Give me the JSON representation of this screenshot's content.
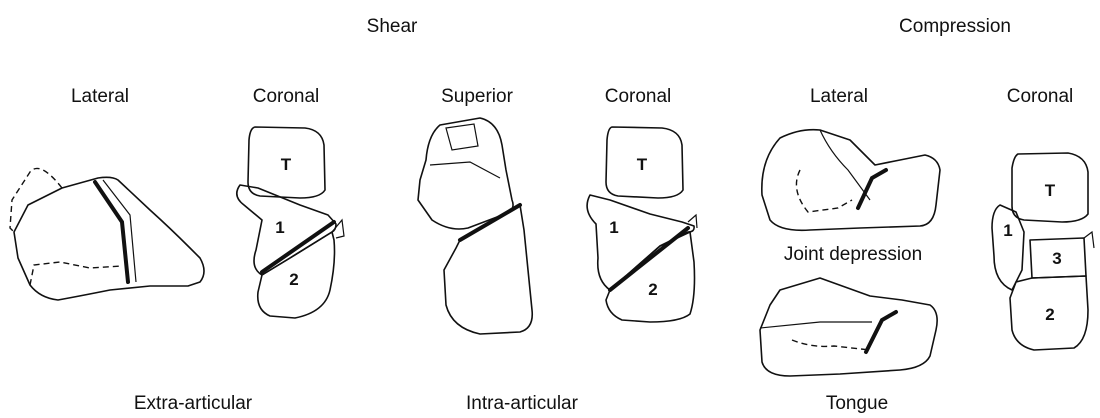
{
  "group_titles": {
    "shear": "Shear",
    "compression": "Compression"
  },
  "view_labels": {
    "extra_lateral": "Lateral",
    "extra_coronal": "Coronal",
    "intra_superior": "Superior",
    "intra_coronal": "Coronal",
    "comp_lateral": "Lateral",
    "comp_coronal": "Coronal"
  },
  "sub_labels": {
    "joint_depression": "Joint depression",
    "tongue": "Tongue"
  },
  "bottom_labels": {
    "extra_articular": "Extra-articular",
    "intra_articular": "Intra-articular",
    "tongue": "Tongue"
  },
  "fragment_labels": {
    "extra_talus": "T",
    "extra_frag1": "1",
    "extra_frag2": "2",
    "intra_talus": "T",
    "intra_frag1": "1",
    "intra_frag2": "2",
    "comp_talus": "T",
    "comp_frag1": "1",
    "comp_frag3": "3",
    "comp_frag2": "2"
  }
}
